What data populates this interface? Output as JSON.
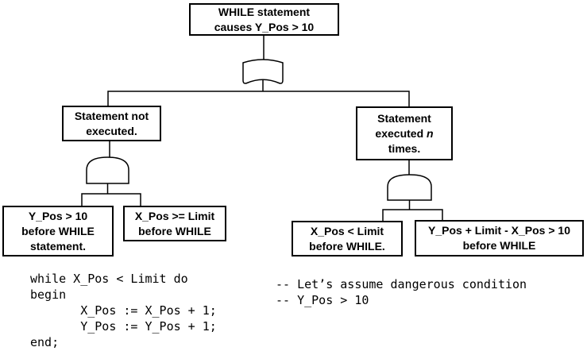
{
  "colors": {
    "ink": "#000000",
    "background": "#ffffff"
  },
  "diagram": {
    "top_event": {
      "lines": [
        "WHILE statement",
        "causes Y_Pos > 10"
      ]
    },
    "gates": {
      "top": "or-gate",
      "left": "and-gate",
      "right": "and-gate"
    },
    "left_branch": {
      "event": {
        "lines": [
          "Statement not",
          "executed."
        ]
      },
      "children": [
        {
          "lines": [
            "Y_Pos > 10",
            "before WHILE",
            "statement."
          ]
        },
        {
          "lines": [
            "X_Pos >= Limit",
            "before WHILE"
          ]
        }
      ]
    },
    "right_branch": {
      "event": {
        "line1": "Statement",
        "line2_prefix": "executed ",
        "line2_italic": "n",
        "line3": "times."
      },
      "children": [
        {
          "lines": [
            "X_Pos < Limit",
            "before WHILE."
          ]
        },
        {
          "lines": [
            "Y_Pos + Limit - X_Pos > 10",
            "before WHILE"
          ]
        }
      ]
    }
  },
  "code": {
    "text": "while X_Pos < Limit do\nbegin\n       X_Pos := X_Pos + 1;\n       Y_Pos := Y_Pos + 1;\nend;"
  },
  "comments": {
    "text": "-- Let’s assume dangerous condition\n-- Y_Pos > 10"
  }
}
